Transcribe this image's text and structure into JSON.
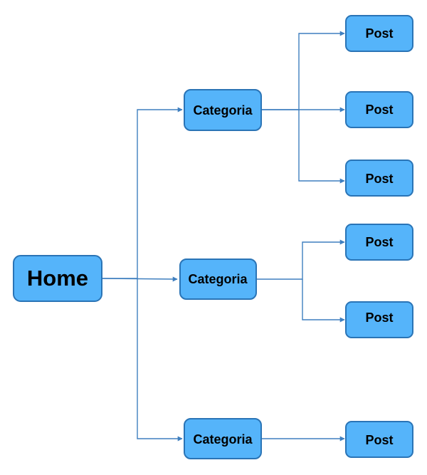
{
  "diagram": {
    "home": {
      "label": "Home"
    },
    "categories": [
      {
        "label": "Categoria",
        "posts": [
          {
            "label": "Post"
          },
          {
            "label": "Post"
          },
          {
            "label": "Post"
          }
        ]
      },
      {
        "label": "Categoria",
        "posts": [
          {
            "label": "Post"
          },
          {
            "label": "Post"
          }
        ]
      },
      {
        "label": "Categoria",
        "posts": [
          {
            "label": "Post"
          }
        ]
      }
    ]
  },
  "colors": {
    "node_fill": "#55b4fa",
    "node_border": "#2a74b6",
    "edge": "#3f7fbf"
  }
}
